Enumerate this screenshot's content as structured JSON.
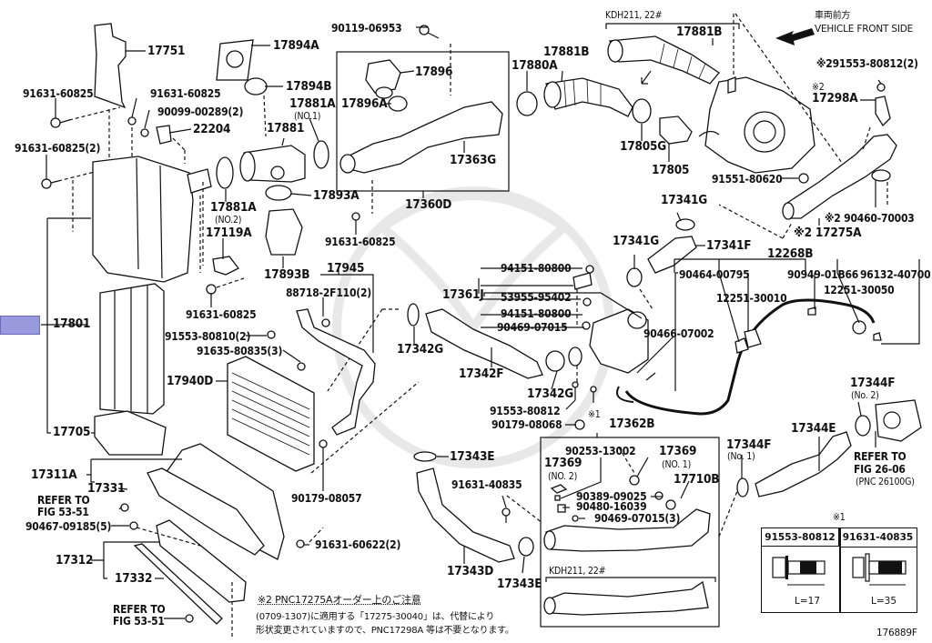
{
  "figure_id": "176889F",
  "orientation": {
    "jp": "車両前方",
    "en": "VEHICLE FRONT SIDE"
  },
  "selected_callout": "17801",
  "callouts": [
    {
      "id": "c-17751",
      "text": "17751"
    },
    {
      "id": "c-17894a",
      "text": "17894A"
    },
    {
      "id": "c-17894b",
      "text": "17894B"
    },
    {
      "id": "c-91631-60825-a",
      "text": "91631-60825"
    },
    {
      "id": "c-91631-60825-b",
      "text": "91631-60825"
    },
    {
      "id": "c-90099-00289",
      "text": "90099-00289(2)"
    },
    {
      "id": "c-22204",
      "text": "22204"
    },
    {
      "id": "c-91631-60825-2",
      "text": "91631-60825(2)"
    },
    {
      "id": "c-17881a-no1",
      "text": "17881A"
    },
    {
      "id": "c-17881a-no1-sub",
      "text": "(NO.1)"
    },
    {
      "id": "c-17881",
      "text": "17881"
    },
    {
      "id": "c-17881a-no2",
      "text": "17881A"
    },
    {
      "id": "c-17881a-no2-sub",
      "text": "(NO.2)"
    },
    {
      "id": "c-17893a",
      "text": "17893A"
    },
    {
      "id": "c-17119a",
      "text": "17119A"
    },
    {
      "id": "c-17893b",
      "text": "17893B"
    },
    {
      "id": "c-91631-60825-c",
      "text": "91631-60825"
    },
    {
      "id": "c-91631-60825-d",
      "text": "91631-60825"
    },
    {
      "id": "c-90119-06953",
      "text": "90119-06953"
    },
    {
      "id": "c-17896",
      "text": "17896"
    },
    {
      "id": "c-17896a",
      "text": "17896A"
    },
    {
      "id": "c-17363g",
      "text": "17363G"
    },
    {
      "id": "c-17360d",
      "text": "17360D"
    },
    {
      "id": "c-kdh-top",
      "text": "KDH211, 22#"
    },
    {
      "id": "c-17881b-a",
      "text": "17881B"
    },
    {
      "id": "c-17881b-b",
      "text": "17881B"
    },
    {
      "id": "c-17880a",
      "text": "17880A"
    },
    {
      "id": "c-17805g",
      "text": "17805G"
    },
    {
      "id": "c-17805",
      "text": "17805"
    },
    {
      "id": "c-91553-80812-2",
      "text": "※291553-80812(2)"
    },
    {
      "id": "c-17298a-mark",
      "text": "※2"
    },
    {
      "id": "c-17298a",
      "text": "17298A"
    },
    {
      "id": "c-91551-80620",
      "text": "91551-80620"
    },
    {
      "id": "c-90460-70003",
      "text": "※2 90460-70003"
    },
    {
      "id": "c-17275a",
      "text": "※2 17275A"
    },
    {
      "id": "c-17341g-a",
      "text": "17341G"
    },
    {
      "id": "c-17341g-b",
      "text": "17341G"
    },
    {
      "id": "c-17341f",
      "text": "17341F"
    },
    {
      "id": "c-12268b",
      "text": "12268B"
    },
    {
      "id": "c-90464-00795",
      "text": "90464-00795"
    },
    {
      "id": "c-12251-30010",
      "text": "12251-30010"
    },
    {
      "id": "c-90949-01b66",
      "text": "90949-01B66"
    },
    {
      "id": "c-96132-40700",
      "text": "96132-40700"
    },
    {
      "id": "c-12251-30050",
      "text": "12251-30050"
    },
    {
      "id": "c-90466-07002",
      "text": "90466-07002"
    },
    {
      "id": "c-17801",
      "text": "17801"
    },
    {
      "id": "c-17705",
      "text": "17705"
    },
    {
      "id": "c-17945",
      "text": "17945"
    },
    {
      "id": "c-88718-2f110",
      "text": "88718-2F110(2)"
    },
    {
      "id": "c-91553-80810",
      "text": "91553-80810(2)"
    },
    {
      "id": "c-91635-80835",
      "text": "91635-80835(3)"
    },
    {
      "id": "c-17940d",
      "text": "17940D"
    },
    {
      "id": "c-17342g-a",
      "text": "17342G"
    },
    {
      "id": "c-17342f",
      "text": "17342F"
    },
    {
      "id": "c-17342g-b",
      "text": "17342G"
    },
    {
      "id": "c-17361j",
      "text": "17361J"
    },
    {
      "id": "c-94151-80800-a",
      "text": "94151-80800"
    },
    {
      "id": "c-53955-95402",
      "text": "53955-95402"
    },
    {
      "id": "c-94151-80800-b",
      "text": "94151-80800"
    },
    {
      "id": "c-90469-07015",
      "text": "90469-07015"
    },
    {
      "id": "c-91553-80812",
      "text": "91553-80812"
    },
    {
      "id": "c-90179-08068",
      "text": "90179-08068"
    },
    {
      "id": "c-mark1",
      "text": "※1"
    },
    {
      "id": "c-17362b",
      "text": "17362B"
    },
    {
      "id": "c-17344f-no2",
      "text": "17344F"
    },
    {
      "id": "c-17344f-no2-sub",
      "text": "(No. 2)"
    },
    {
      "id": "c-17344e",
      "text": "17344E"
    },
    {
      "id": "c-refer-26-06-a",
      "text": "REFER TO"
    },
    {
      "id": "c-refer-26-06-b",
      "text": "FIG 26-06"
    },
    {
      "id": "c-refer-26-06-c",
      "text": "(PNC 26100G)"
    },
    {
      "id": "c-17344f-no1",
      "text": "17344F"
    },
    {
      "id": "c-17344f-no1-sub",
      "text": "(No. 1)"
    },
    {
      "id": "c-17343e-a",
      "text": "17343E"
    },
    {
      "id": "c-91631-40835",
      "text": "91631-40835"
    },
    {
      "id": "c-17343d",
      "text": "17343D"
    },
    {
      "id": "c-17343e-b",
      "text": "17343E"
    },
    {
      "id": "c-90253-13002",
      "text": "90253-13002"
    },
    {
      "id": "c-17369-no2",
      "text": "17369"
    },
    {
      "id": "c-17369-no2-sub",
      "text": "(NO. 2)"
    },
    {
      "id": "c-17369-no1",
      "text": "17369"
    },
    {
      "id": "c-17369-no1-sub",
      "text": "(NO. 1)"
    },
    {
      "id": "c-17710b",
      "text": "17710B"
    },
    {
      "id": "c-90389-09025",
      "text": "90389-09025"
    },
    {
      "id": "c-90480-16039",
      "text": "90480-16039"
    },
    {
      "id": "c-90469-07015-3",
      "text": "90469-07015(3)"
    },
    {
      "id": "c-kdh-bottom",
      "text": "KDH211, 22#"
    },
    {
      "id": "c-90179-08057",
      "text": "90179-08057"
    },
    {
      "id": "c-17311a",
      "text": "17311A"
    },
    {
      "id": "c-17331",
      "text": "17331"
    },
    {
      "id": "c-refer-53-51-a1",
      "text": "REFER TO"
    },
    {
      "id": "c-refer-53-51-a2",
      "text": "FIG 53-51"
    },
    {
      "id": "c-90467-09185",
      "text": "90467-09185(5)"
    },
    {
      "id": "c-91631-60622",
      "text": "91631-60622(2)"
    },
    {
      "id": "c-17312",
      "text": "17312"
    },
    {
      "id": "c-17332",
      "text": "17332"
    },
    {
      "id": "c-refer-53-51-b1",
      "text": "REFER TO"
    },
    {
      "id": "c-refer-53-51-b2",
      "text": "FIG 53-51"
    }
  ],
  "note": {
    "title": "※2 PNC17275Aオーダー上のご注意",
    "line1": "(0709-1307)に適用する「17275-30040」は、代替により",
    "line2": "形状変更されていますので、PNC17298A 等は不要となります。"
  },
  "bolt_table": {
    "mark": "※1",
    "columns": [
      {
        "part": "91553-80812",
        "length": "L=17"
      },
      {
        "part": "91631-40835",
        "length": "L=35"
      }
    ]
  }
}
